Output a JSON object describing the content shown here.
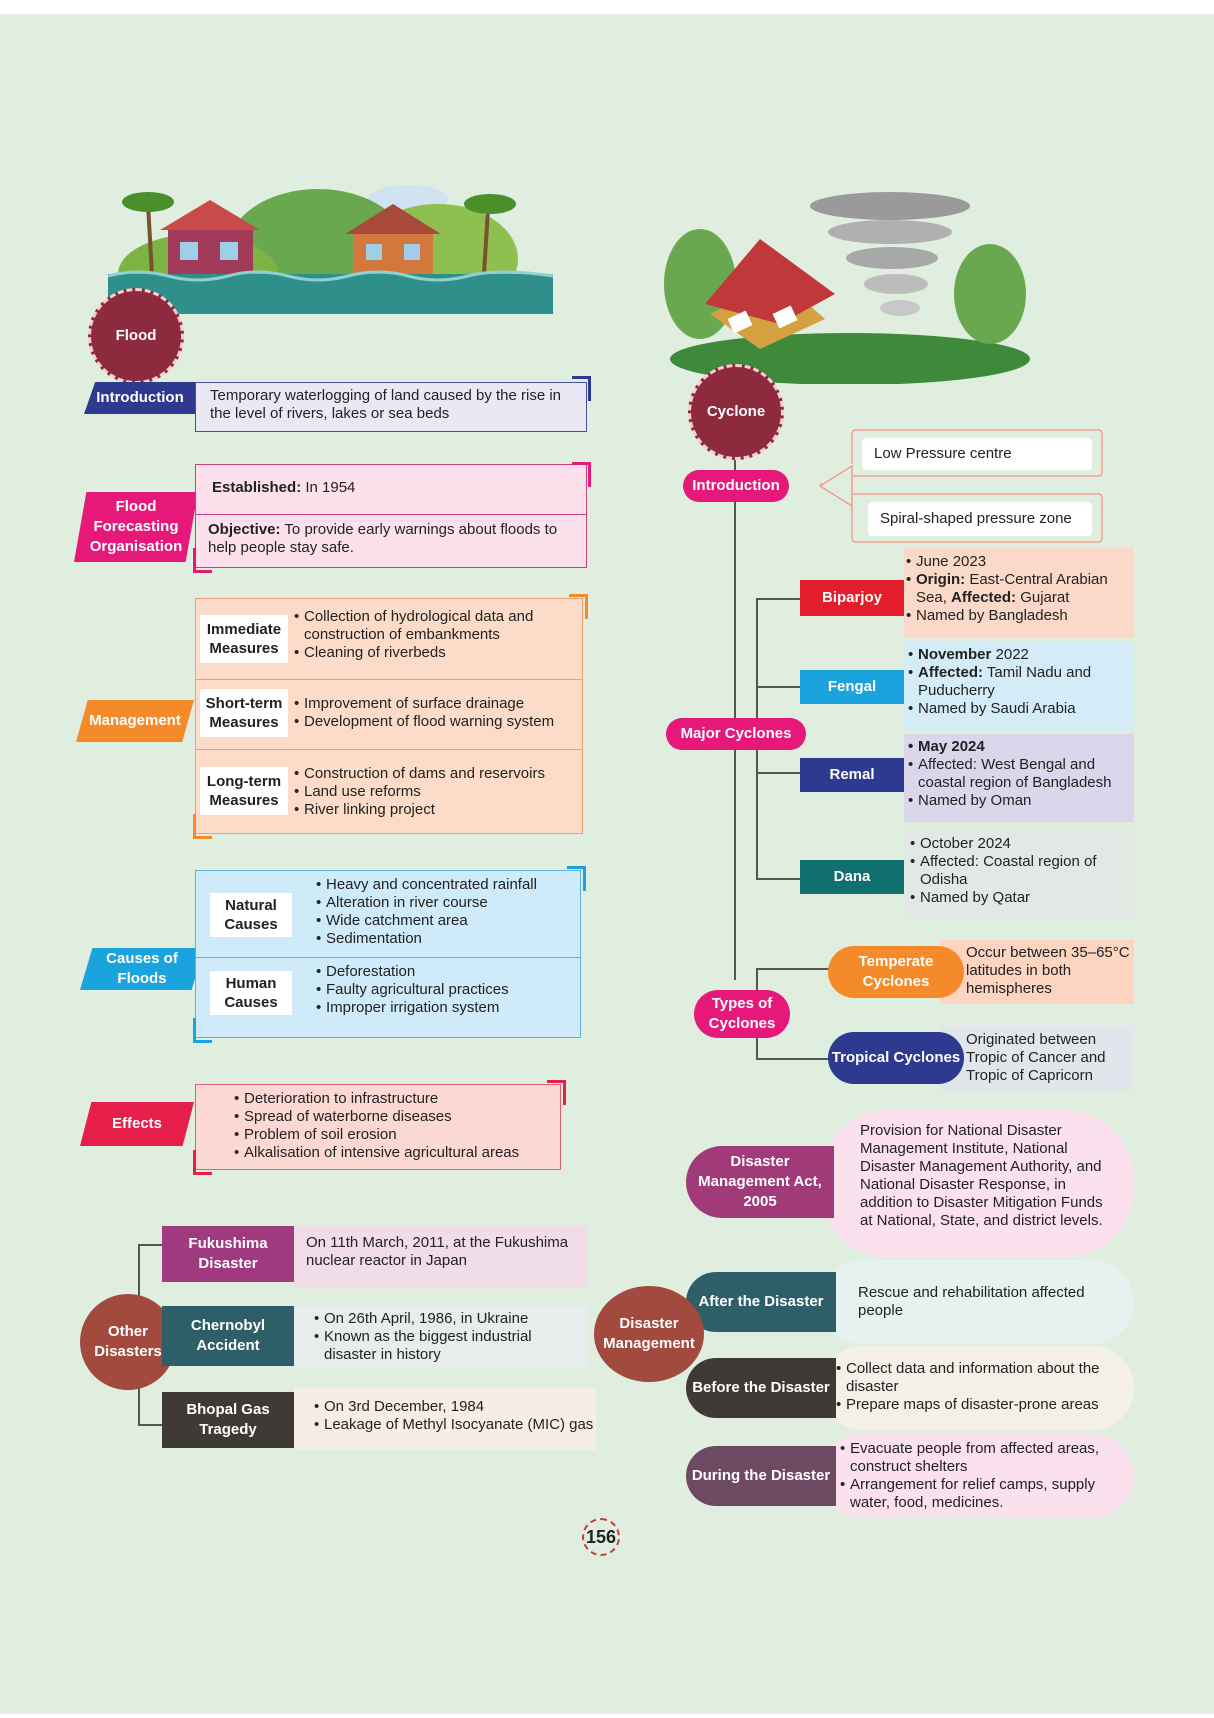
{
  "flood": {
    "title": "Flood",
    "introduction": {
      "label": "Introduction",
      "text": "Temporary waterlogging of land caused by the rise in the level of rivers, lakes or sea beds"
    },
    "organisation": {
      "label": "Flood Forecasting Organisation",
      "established_label": "Established:",
      "established_value": " In 1954",
      "objective_label": "Objective:",
      "objective_value": " To provide early warnings about floods to help people stay safe."
    },
    "management": {
      "label": "Management",
      "rows": [
        {
          "label": "Immediate Measures",
          "items": [
            "Collection of hydrological data and construction of embankments",
            "Cleaning of riverbeds"
          ]
        },
        {
          "label": "Short-term Measures",
          "items": [
            "Improvement of surface drainage",
            "Development of flood warning system"
          ]
        },
        {
          "label": "Long-term Measures",
          "items": [
            "Construction of dams and reservoirs",
            "Land use reforms",
            "River linking project"
          ]
        }
      ]
    },
    "causes": {
      "label": "Causes of Floods",
      "rows": [
        {
          "label": "Natural Causes",
          "items": [
            "Heavy and concentrated rainfall",
            "Alteration in river course",
            "Wide catchment area",
            "Sedimentation"
          ]
        },
        {
          "label": "Human Causes",
          "items": [
            "Deforestation",
            "Faulty agricultural practices",
            "Improper irrigation system"
          ]
        }
      ]
    },
    "effects": {
      "label": "Effects",
      "items": [
        "Deterioration to infrastructure",
        "Spread of waterborne diseases",
        "Problem of soil erosion",
        "Alkalisation of intensive agricultural areas"
      ]
    }
  },
  "other_disasters": {
    "label": "Other Disasters",
    "fukushima": {
      "label": "Fukushima Disaster",
      "text": "On 11th March, 2011, at the Fukushima nuclear reactor in Japan"
    },
    "chernobyl": {
      "label": "Chernobyl Accident",
      "items": [
        "On 26th April, 1986, in Ukraine",
        "Known as the biggest industrial disaster in history"
      ]
    },
    "bhopal": {
      "label": "Bhopal Gas Tragedy",
      "items": [
        "On 3rd December, 1984",
        "Leakage of Methyl Isocyanate (MIC) gas"
      ]
    }
  },
  "cyclone": {
    "title": "Cyclone",
    "introduction": {
      "label": "Introduction",
      "items": [
        "Low Pressure centre",
        "Spiral-shaped pressure zone"
      ]
    },
    "major": {
      "label": "Major Cyclones",
      "biparjoy": {
        "label": "Biparjoy",
        "l1": "June 2023",
        "l2a": "Origin:",
        "l2b": " East-Central Arabian Sea, ",
        "l2c": "Affected:",
        "l2d": " Gujarat",
        "l3": "Named by Bangladesh"
      },
      "fengal": {
        "label": "Fengal",
        "l1a": "November",
        "l1b": " 2022",
        "l2a": "Affected:",
        "l2b": " Tamil Nadu and Puducherry",
        "l3": "Named by Saudi Arabia"
      },
      "remal": {
        "label": "Remal",
        "l1": "May 2024",
        "l2": "Affected: West Bengal and coastal region of Bangladesh",
        "l3": "Named by Oman"
      },
      "dana": {
        "label": "Dana",
        "l1": "October 2024",
        "l2": "Affected: Coastal region of Odisha",
        "l3": "Named by Qatar"
      }
    },
    "types": {
      "label": "Types of Cyclones",
      "temperate": {
        "label": "Temperate Cyclones",
        "text": "Occur between 35–65°C latitudes in both hemispheres"
      },
      "tropical": {
        "label": "Tropical Cyclones",
        "text": "Originated between Tropic of Cancer and Tropic of Capricorn"
      }
    }
  },
  "dm_act": {
    "label": "Disaster Management Act, 2005",
    "text": "Provision for National Disaster Management Institute, National Disaster Management Authority, and National Disaster Response, in addition to Disaster Mitigation Funds at National, State, and district levels."
  },
  "dm": {
    "label": "Disaster Management",
    "after": {
      "label": "After the Disaster",
      "text": "Rescue and rehabilitation affected people"
    },
    "before": {
      "label": "Before the Disaster",
      "items": [
        "Collect data and information about the disaster",
        "Prepare maps of disaster-prone areas"
      ]
    },
    "during": {
      "label": "During the Disaster",
      "items": [
        "Evacuate people from affected areas, construct shelters",
        "Arrangement for relief camps, supply water, food, medicines."
      ]
    }
  },
  "page_number": "156"
}
